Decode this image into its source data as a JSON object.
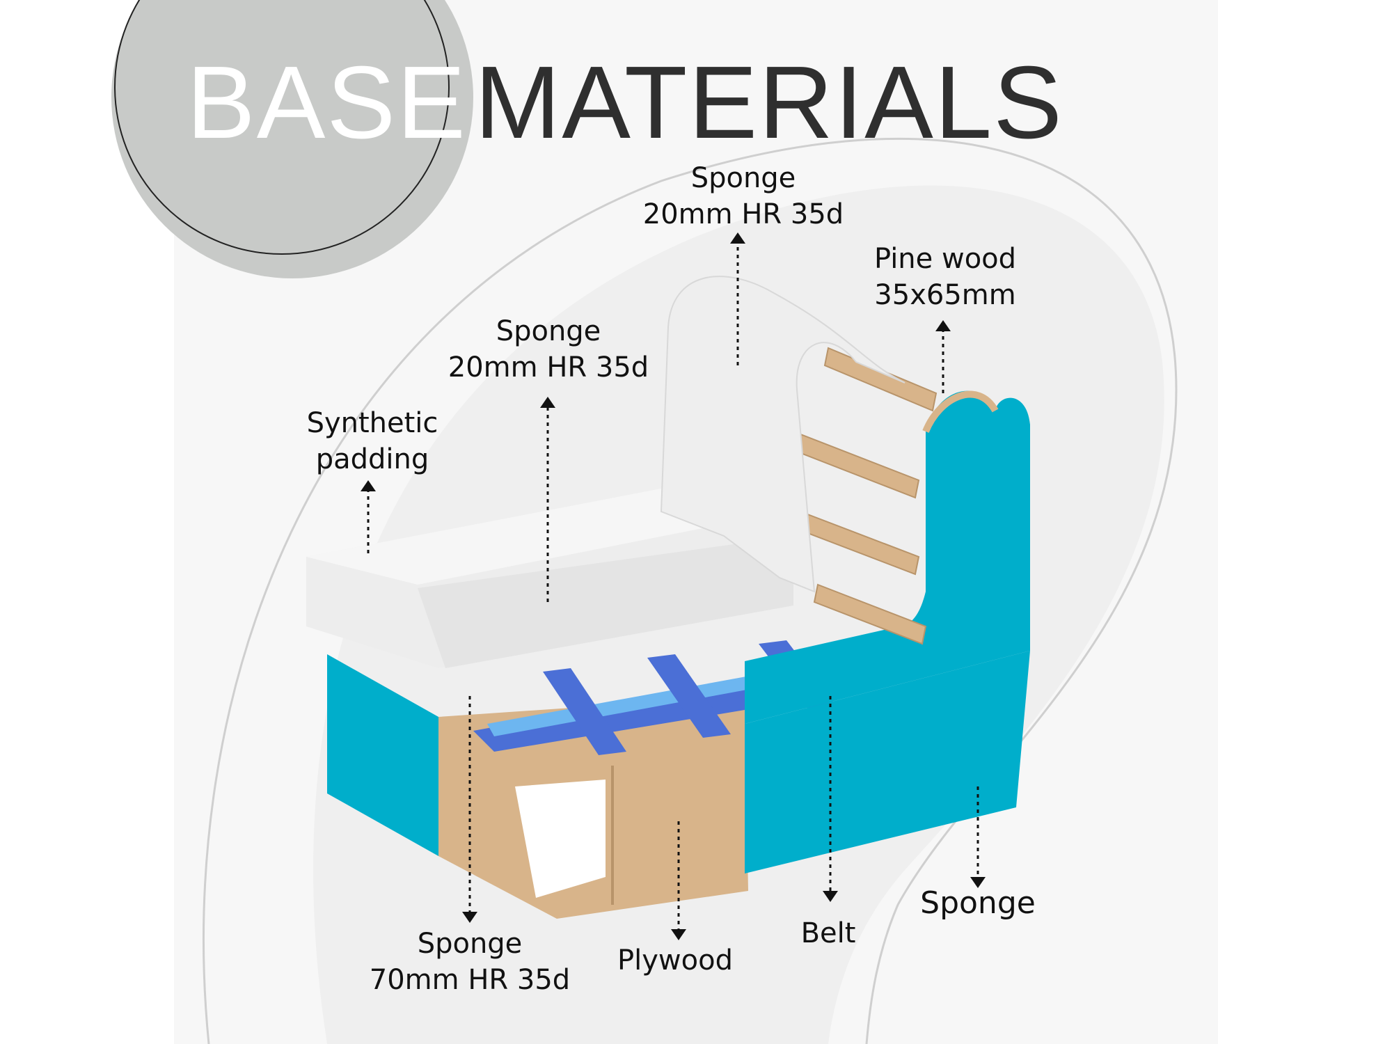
{
  "title": {
    "part1": "BASE",
    "part2": "MATERIALS"
  },
  "labels": {
    "sponge_back": [
      "Sponge",
      "20mm HR 35d"
    ],
    "pine_wood": [
      "Pine wood",
      "35x65mm"
    ],
    "sponge_seat": [
      "Sponge",
      "20mm HR 35d"
    ],
    "synthetic_padding": [
      "Synthetic",
      "padding"
    ],
    "sponge_base": [
      "Sponge",
      "70mm HR 35d"
    ],
    "plywood": "Plywood",
    "belt": "Belt",
    "sponge_side": "Sponge"
  },
  "colors": {
    "sponge_white": "#f2f2f2",
    "sponge_teal": "#00aecb",
    "wood": "#d8b48a",
    "belt_blue": "#4b6fd6",
    "circle_gray": "#c8cac8"
  }
}
